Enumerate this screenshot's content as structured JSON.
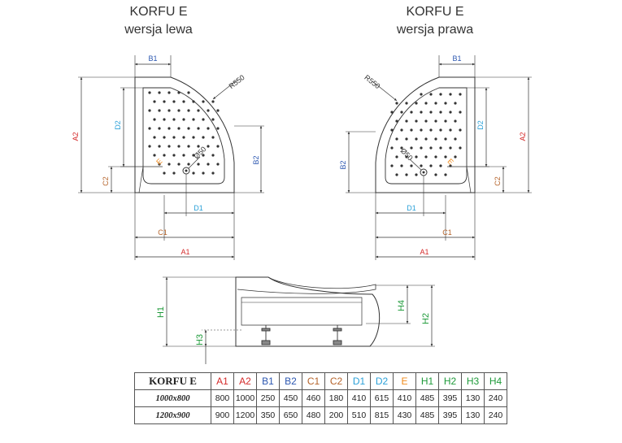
{
  "left_title": {
    "name": "KORFU E",
    "variant": "wersja lewa"
  },
  "right_title": {
    "name": "KORFU E",
    "variant": "wersja prawa"
  },
  "dims": {
    "A1": "A1",
    "A2": "A2",
    "B1": "B1",
    "B2": "B2",
    "C1": "C1",
    "C2": "C2",
    "D1": "D1",
    "D2": "D2",
    "E": "E",
    "R": "R550",
    "drain": "Ø50",
    "H1": "H1",
    "H2": "H2",
    "H3": "H3",
    "H4": "H4"
  },
  "colors": {
    "A": "#d42a2a",
    "B": "#2b56b0",
    "C": "#b5632a",
    "D": "#2aa0d8",
    "E": "#f08a1a",
    "H": "#1e9a3a",
    "line": "#333333"
  },
  "table": {
    "model": "KORFU E",
    "headers": [
      "A1",
      "A2",
      "B1",
      "B2",
      "C1",
      "C2",
      "D1",
      "D2",
      "E",
      "H1",
      "H2",
      "H3",
      "H4"
    ],
    "header_colors": [
      "#d42a2a",
      "#d42a2a",
      "#2b56b0",
      "#2b56b0",
      "#b5632a",
      "#b5632a",
      "#2aa0d8",
      "#2aa0d8",
      "#f08a1a",
      "#1e9a3a",
      "#1e9a3a",
      "#1e9a3a",
      "#1e9a3a"
    ],
    "rows": [
      {
        "name": "1000x800",
        "values": [
          "800",
          "1000",
          "250",
          "450",
          "460",
          "180",
          "410",
          "615",
          "410",
          "485",
          "395",
          "130",
          "240"
        ]
      },
      {
        "name": "1200x900",
        "values": [
          "900",
          "1200",
          "350",
          "650",
          "480",
          "200",
          "510",
          "815",
          "430",
          "485",
          "395",
          "130",
          "240"
        ]
      }
    ]
  }
}
